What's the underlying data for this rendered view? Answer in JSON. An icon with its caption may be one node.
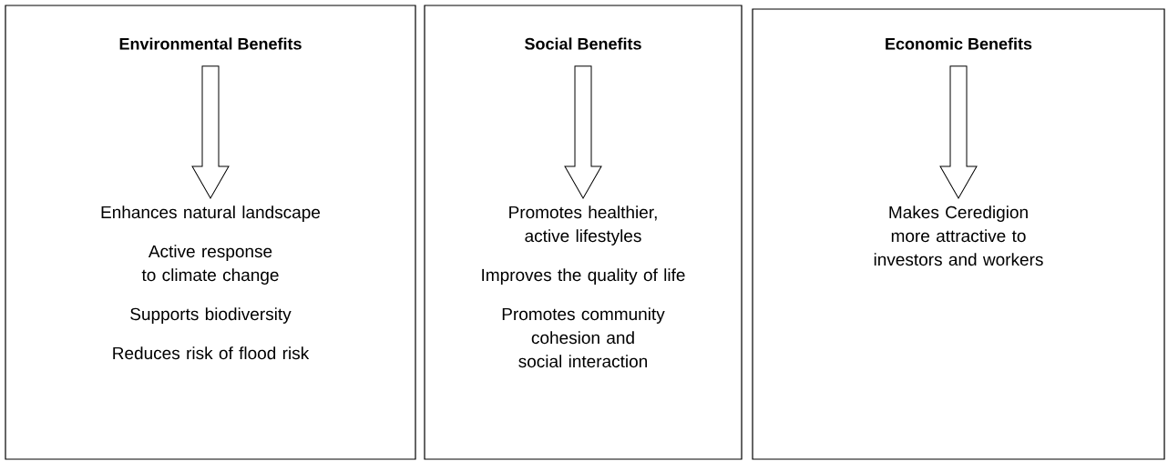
{
  "diagram": {
    "nodes": [
      {
        "text": [],
        "shape": "box"
      },
      {
        "text": [
          "Environmental Benefits"
        ],
        "in": 0
      },
      {
        "text": [
          "Enhances natural landscape",
          "Active response to climate change",
          "Supports biodiversity",
          "Reduces risk of flood risk"
        ],
        "in": 0
      },
      {
        "text": [],
        "shape": "box"
      },
      {
        "text": [
          "Social Benefits"
        ],
        "in": 3
      },
      {
        "text": [
          "Promotes healthier, active lifestyles",
          "Improves the quality of life",
          "Promotes community cohesion and social interaction"
        ],
        "in": 3
      },
      {
        "text": [],
        "shape": "box"
      },
      {
        "text": [
          "Economic Benefits"
        ],
        "in": 6
      },
      {
        "text": [
          "Makes Ceredigion more attractive to investors and workers"
        ],
        "in": 6
      }
    ],
    "edges": [
      {
        "from": 1,
        "to": 2,
        "arrow": "to"
      },
      {
        "from": 4,
        "to": 5,
        "arrow": "to"
      },
      {
        "from": 7,
        "to": 8,
        "arrow": "to"
      }
    ]
  }
}
